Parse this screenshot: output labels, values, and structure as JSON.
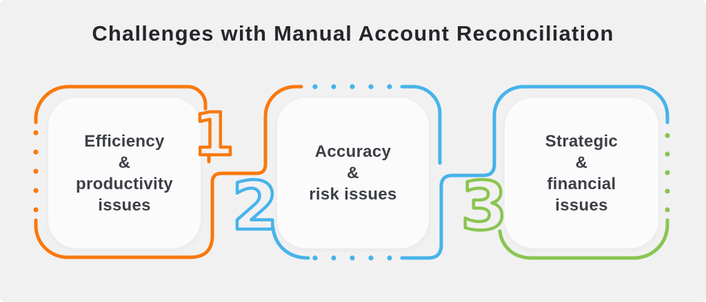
{
  "title": "Challenges with Manual Account Reconciliation",
  "steps": [
    {
      "number": "1",
      "color": "#F8790D",
      "lines": [
        "Efficiency",
        "&",
        "productivity",
        "issues"
      ]
    },
    {
      "number": "2",
      "color": "#47B3EA",
      "lines": [
        "Accuracy",
        "&",
        "risk issues"
      ]
    },
    {
      "number": "3",
      "color": "#8AC551",
      "lines": [
        "Strategic",
        "&",
        "financial",
        "issues"
      ]
    }
  ],
  "colors": {
    "orange": "#F8790D",
    "blue": "#47B3EA",
    "green": "#8AC551",
    "background": "#F1F1F2",
    "card": "#FBFBFC",
    "title_text": "#25272B",
    "body_text": "#3C3F45"
  }
}
